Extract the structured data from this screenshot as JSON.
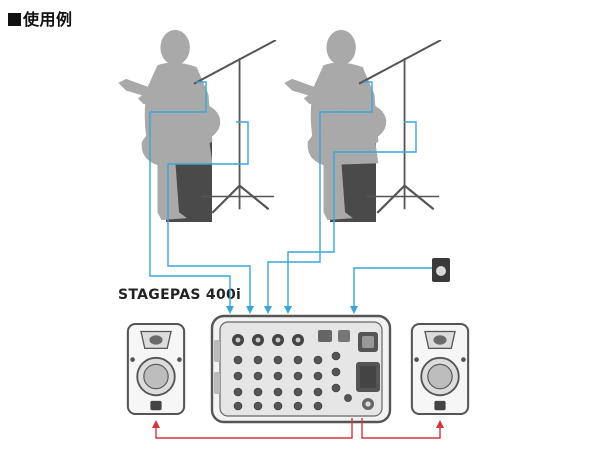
{
  "heading": {
    "text": "使用例",
    "marker": "■"
  },
  "mixer": {
    "model_label": "STAGEPAS 400i"
  },
  "colors": {
    "silhouette": "#a9a9a9",
    "stool": "#4a4a4a",
    "stand": "#555555",
    "input_cable": "#3aa6d8",
    "output_cable": "#d8343a",
    "device_outline": "#5a5a5a",
    "device_fill": "#f2f2f2"
  },
  "icons": {
    "performer": "guitarist-silhouette",
    "mic_stand": "boom-mic-stand",
    "media_player": "audio-player-device",
    "speaker": "pa-speaker",
    "mixer": "powered-mixer"
  }
}
